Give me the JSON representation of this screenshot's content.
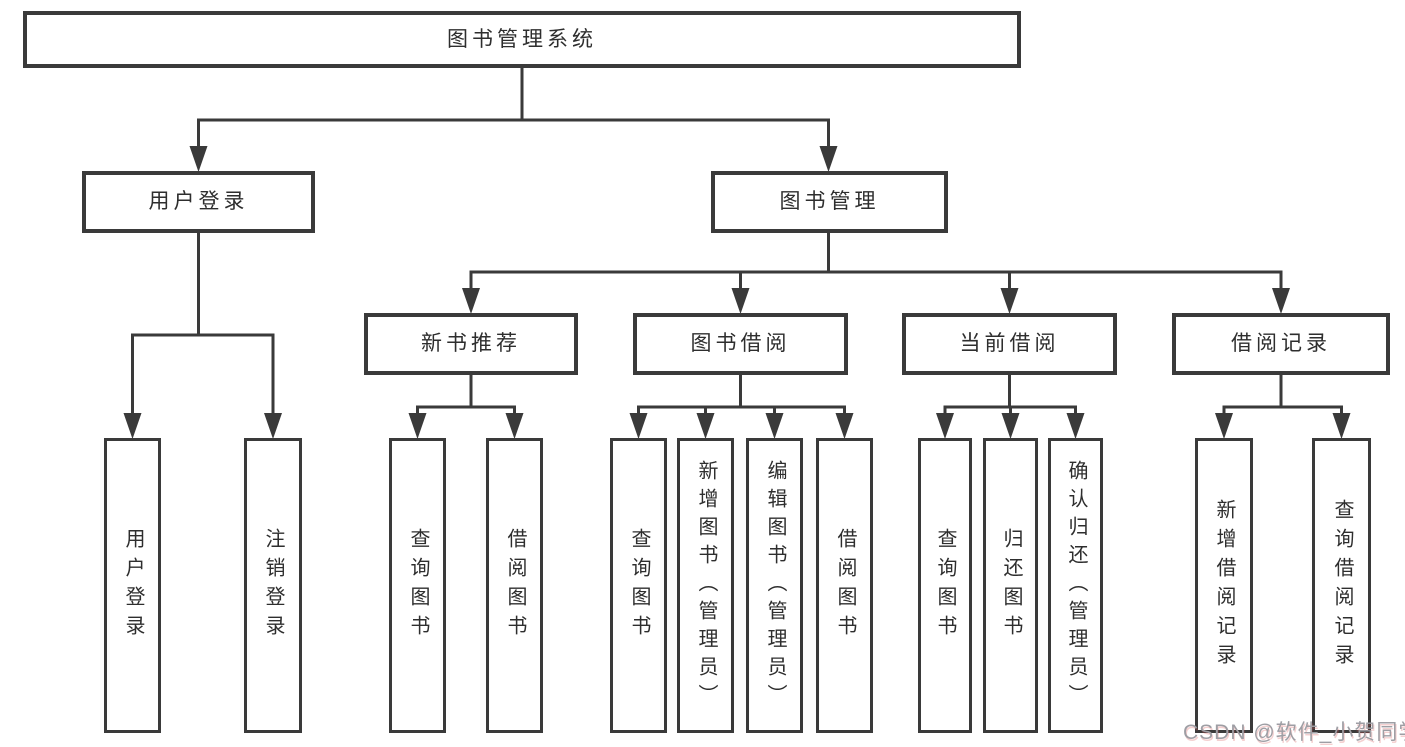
{
  "diagram": {
    "root": {
      "label": "图书管理系统"
    },
    "branches": [
      {
        "label": "用户登录",
        "children": [
          {
            "label": "用户登录"
          },
          {
            "label": "注销登录"
          }
        ]
      },
      {
        "label": "图书管理",
        "children": [
          {
            "label": "新书推荐",
            "children": [
              {
                "label": "查询图书"
              },
              {
                "label": "借阅图书"
              }
            ]
          },
          {
            "label": "图书借阅",
            "children": [
              {
                "label": "查询图书"
              },
              {
                "label": "新增图书（管理员）"
              },
              {
                "label": "编辑图书（管理员）"
              },
              {
                "label": "借阅图书"
              }
            ]
          },
          {
            "label": "当前借阅",
            "children": [
              {
                "label": "查询图书"
              },
              {
                "label": "归还图书"
              },
              {
                "label": "确认归还（管理员）"
              }
            ]
          },
          {
            "label": "借阅记录",
            "children": [
              {
                "label": "新增借阅记录"
              },
              {
                "label": "查询借阅记录"
              }
            ]
          }
        ]
      }
    ]
  },
  "watermark": {
    "text": "CSDN @软件_小贺同学"
  },
  "colors": {
    "line": "#3a3a3a",
    "text": "#2e2e2e",
    "watermark": "#9e9ea4",
    "background": "#ffffff"
  }
}
